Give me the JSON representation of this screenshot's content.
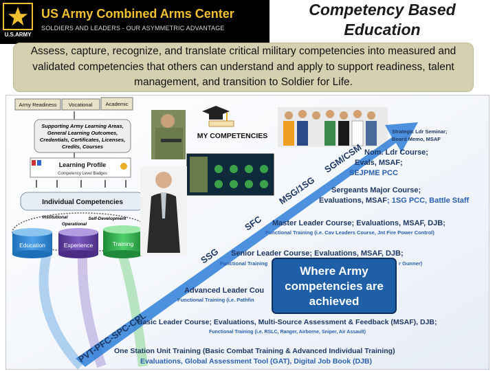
{
  "header": {
    "org_title": "US Army Combined Arms Center",
    "org_tagline": "SOLDIERS AND LEADERS - OUR ASYMMETRIC ADVANTAGE",
    "logo_text": "U.S.ARMY",
    "slide_title_line1": "Competency Based",
    "slide_title_line2": "Education"
  },
  "summary": "Assess, capture, recognize, and translate critical military competencies into measured and validated competencies that others can understand and apply to support readiness, talent management, and transition to Soldier for Life.",
  "left_panel": {
    "tabs": [
      "Army Readiness",
      "Vocational",
      "Academic"
    ],
    "learning_areas": [
      "Supporting Army Learning Areas,",
      "General Learning Outcomes,",
      "Credentials, Certificates, Licenses,",
      "Credits, Courses"
    ],
    "learning_profile": "Learning Profile",
    "profile_sub": "Competency Level Badges",
    "individual_competencies": "Individual Competencies",
    "institutional": "Institutional",
    "operational": "Operational",
    "self_development": "Self-Development",
    "pillars": [
      "Education",
      "Experience",
      "Training"
    ]
  },
  "my_competencies": "MY COMPETENCIES",
  "arrow_labels": [
    "PVT-PFC-SPC-CPL",
    "SSG",
    "SFC",
    "MSG/1SG",
    "SGM/CSM"
  ],
  "levels": {
    "csm_1": "Strategic Ldr Seminar;",
    "csm_2": "Board Memo, MSAF",
    "sgm_1": "Nom. Ldr Course;",
    "sgm_2": "Evals, MSAF;",
    "sgm_3": "SEJPME PCC",
    "msg_1": "Sergeants Major Course;",
    "msg_2a": "Evaluations, MSAF",
    "msg_2b": "; 1SG PCC, Battle Staff",
    "sfc_1": "Master Leader Course; Evaluations, MSAF, DJB;",
    "sfc_2": "Functional Training (i.e. Cav Leaders Course, Jnt Fire Power Control)",
    "ssg_1": "Senior Leader Course; Evaluations, MSAF, DJB;",
    "ssg_2": "Functional Training",
    "ssg_2_end": "r Gunner)",
    "sgt_1": "Advanced Leader Cou",
    "sgt_2": "Functional Training (i.e. Pathfin",
    "cpl_1": "Basic Leader Course; Evaluations, Multi-Source Assessment & Feedback (MSAF), DJB;",
    "cpl_2": "Functional Training (i.e. RSLC, Ranger, Airborne, Sniper, Air Assault)",
    "pvt_1": "One Station Unit Training (Basic Combat Training & Advanced Individual Training)",
    "pvt_2": "Evaluations, Global Assessment Tool (GAT), Digital Job Book (DJB)"
  },
  "callout": [
    "Where Army",
    "competencies are",
    "achieved"
  ],
  "colors": {
    "navy": "#1f3864",
    "callout_blue": "#1f5fa8",
    "gold": "#f0c030",
    "summary_bg": "#d4d0b0",
    "arrow_blue": "#2f7fd8"
  }
}
